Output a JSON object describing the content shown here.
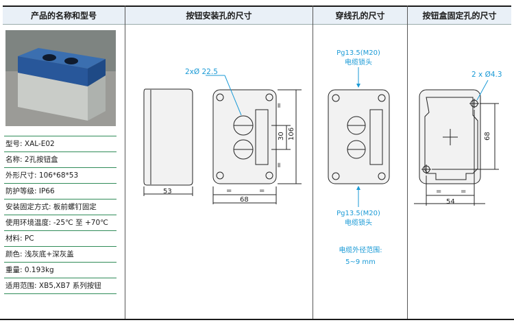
{
  "headers": {
    "product": "产品的名称和型号",
    "mounting_hole": "按钮安装孔的尺寸",
    "wire_hole": "穿线孔的尺寸",
    "box_fix_hole": "按钮盒固定孔的尺寸"
  },
  "specs": [
    {
      "label": "型号:",
      "value": "XAL-E02"
    },
    {
      "label": "名称:",
      "value": "2孔按钮盒"
    },
    {
      "label": "外形尺寸:",
      "value": "106*68*53"
    },
    {
      "label": "防护等级:",
      "value": "IP66"
    },
    {
      "label": "安装固定方式:",
      "value": "板前螺钉固定"
    },
    {
      "label": "使用环境温度:",
      "value": "-25℃ 至 +70℃"
    },
    {
      "label": "材料:",
      "value": "PC"
    },
    {
      "label": "颜色:",
      "value": "浅灰底+深灰盖"
    },
    {
      "label": "重量:",
      "value": "0.193kg"
    },
    {
      "label": "适用范围:",
      "value": "XB5,XB7 系列按钮"
    }
  ],
  "mounting": {
    "hole_label": "2xØ 22.5",
    "dim_depth": "53",
    "dim_width": "68",
    "dim_height": "106",
    "dim_spacing": "30",
    "eq": "="
  },
  "wire": {
    "top_gland": "Pg13.5(M20)",
    "top_gland_sub": "电缆锁头",
    "bottom_gland": "Pg13.5(M20)",
    "bottom_gland_sub": "电缆锁头",
    "cable_range_title": "电缆外径范围:",
    "cable_range": "5~9 mm"
  },
  "fixing": {
    "hole_label": "2 x Ø4.3",
    "dim_height": "68",
    "dim_width": "54",
    "eq": "="
  },
  "colors": {
    "accent": "#1a9ad6",
    "header_bg": "#e9f0f7",
    "spec_line": "#2e8b57"
  }
}
